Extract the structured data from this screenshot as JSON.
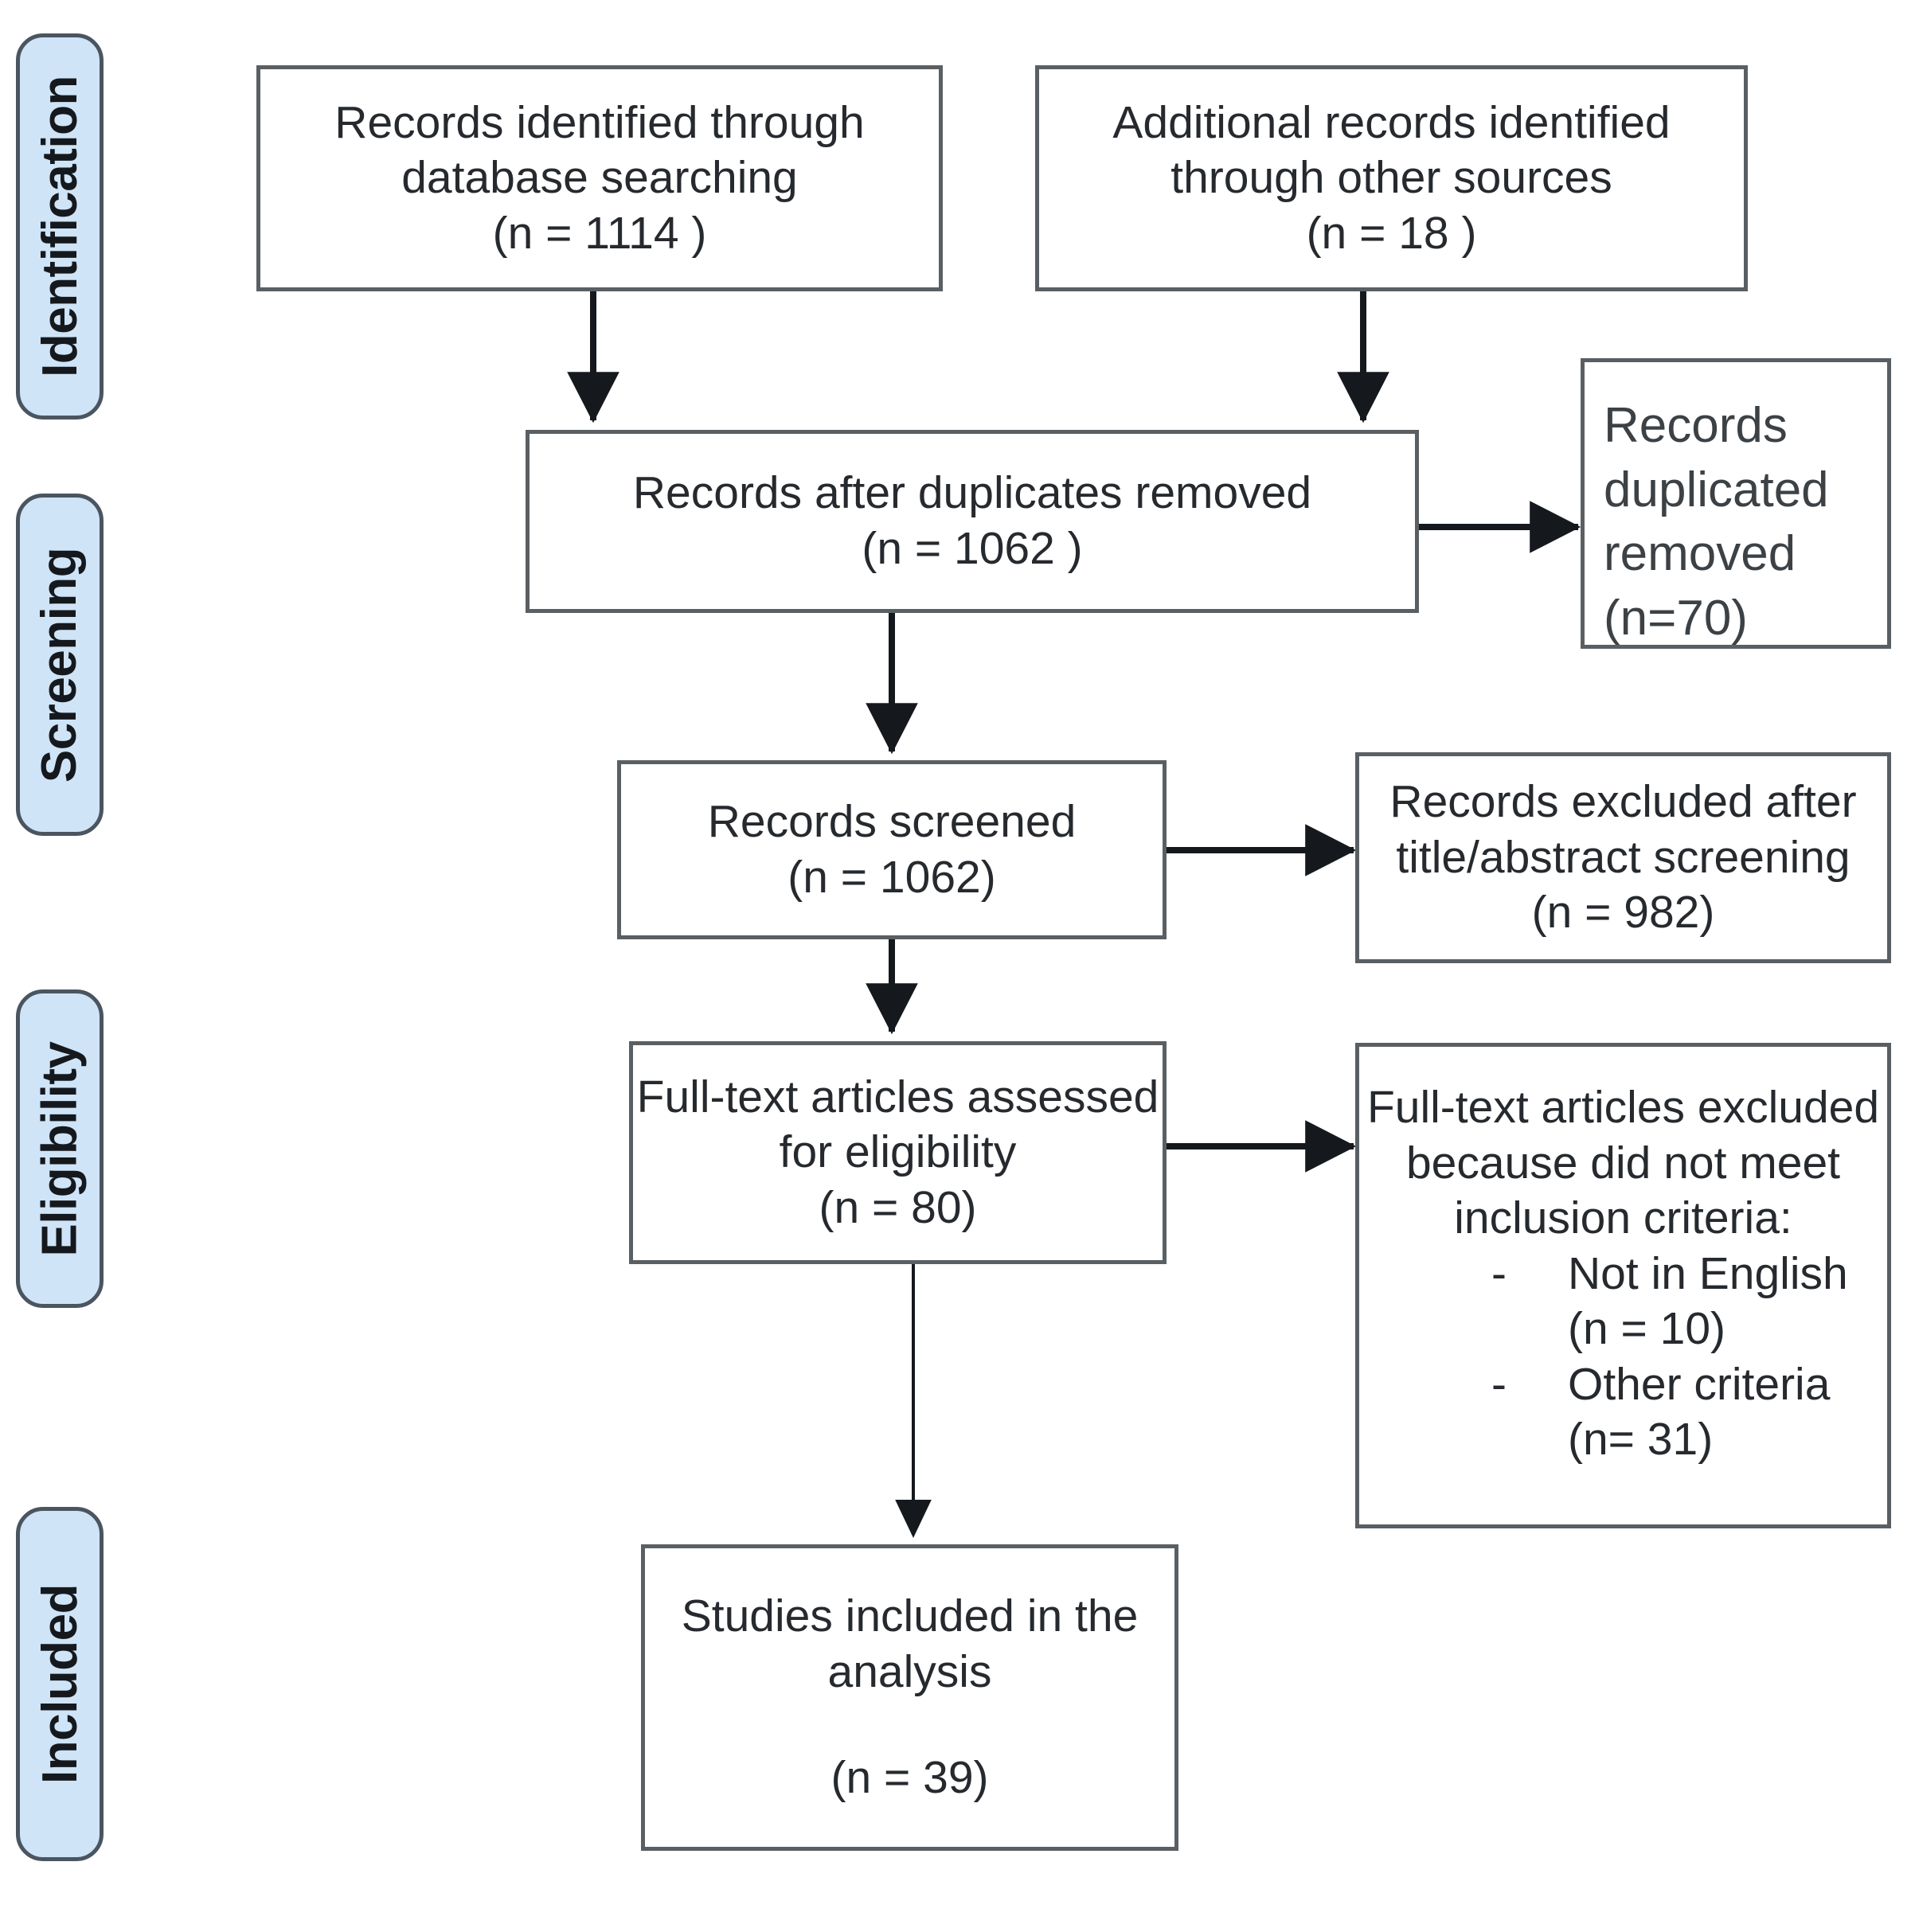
{
  "diagram": {
    "title": "PRISMA study selection flow diagram",
    "colors": {
      "stage_fill": "#cfe4f7",
      "stage_border": "#4a5560",
      "box_border": "#5a5f63",
      "text": "#262a2e",
      "background": "#ffffff"
    }
  },
  "stages": [
    {
      "label": "Identification"
    },
    {
      "label": "Screening"
    },
    {
      "label": "Eligibility"
    },
    {
      "label": "Included"
    }
  ],
  "boxes": {
    "db_search": {
      "lines": [
        "Records identified through",
        "database searching",
        "(n = 1114 )"
      ]
    },
    "other_sources": {
      "lines": [
        "Additional records identified",
        "through other sources",
        "(n = 18 )"
      ]
    },
    "after_duplicates": {
      "lines": [
        "Records after duplicates removed",
        "(n =  1062 )"
      ]
    },
    "duplicates_removed": {
      "lines": [
        "Records",
        "duplicated",
        "removed",
        "(n=70)"
      ]
    },
    "records_screened": {
      "lines": [
        "Records screened",
        "(n = 1062)"
      ]
    },
    "records_excluded": {
      "lines": [
        "Records excluded after",
        "title/abstract screening",
        "(n = 982)"
      ]
    },
    "fulltext_assessed": {
      "lines": [
        "Full-text articles assessed",
        "for eligibility",
        "(n = 80)"
      ]
    },
    "fulltext_excluded": {
      "lines": [
        "Full-text articles excluded",
        "because did not meet",
        "inclusion criteria:"
      ],
      "bullets": [
        {
          "marker": "-",
          "label": "Not in English",
          "count": "(n = 10)"
        },
        {
          "marker": "-",
          "label": "Other criteria",
          "count": "(n= 31)"
        }
      ]
    },
    "studies_included": {
      "lines": [
        "Studies included in the",
        "analysis"
      ],
      "count": "(n = 39)"
    }
  }
}
